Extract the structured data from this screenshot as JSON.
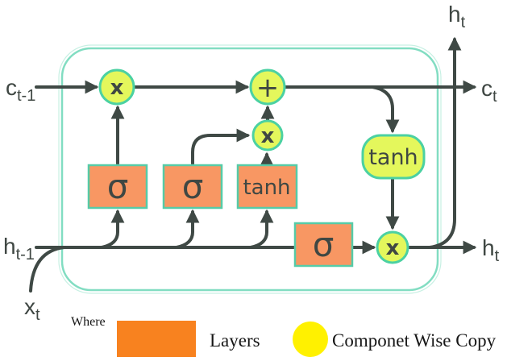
{
  "labels": {
    "c_prev": {
      "base": "c",
      "sub": "t-1"
    },
    "h_prev": {
      "base": "h",
      "sub": "t-1"
    },
    "x_in": {
      "base": "x",
      "sub": "t"
    },
    "h_out_top": {
      "base": "h",
      "sub": "t"
    },
    "c_out": {
      "base": "c",
      "sub": "t"
    },
    "h_out_right": {
      "base": "h",
      "sub": "t"
    }
  },
  "nodes": {
    "forget_gate": "x",
    "add_gate": "+",
    "input_gate": "x",
    "output_tanh": "tanh",
    "output_gate": "x"
  },
  "layers": {
    "forget_layer": "σ",
    "input_layer": "σ",
    "candidate_layer": "tanh",
    "output_layer": "σ"
  },
  "legend": {
    "where": "Where",
    "layers_label": "Layers",
    "copy_label": "Componet Wise Copy"
  },
  "colors": {
    "line": "#3F4945",
    "node_fill": "#E4F75C",
    "node_stroke": "#4BD1A2",
    "layer_fill": "#F89763",
    "layer_stroke": "#56CBA7",
    "cell_border": "#82DDC2",
    "legend_orange": "#F8821F",
    "legend_yellow": "#FFF100",
    "text": "#3F4743"
  }
}
